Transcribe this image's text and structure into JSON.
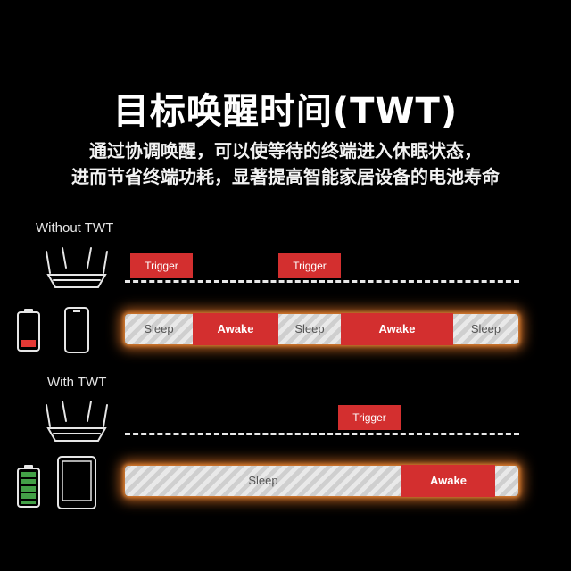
{
  "title": "目标唤醒时间(TWT)",
  "subtitle_lines": [
    "通过协调唤醒，可以使等待的终端进入休眠状态，",
    "进而节省终端功耗，显著提高智能家居设备的电池寿命"
  ],
  "without_twt": {
    "label": "Without TWT",
    "triggers": [
      "Trigger",
      "Trigger"
    ],
    "segments": [
      {
        "type": "sleep",
        "label": "Sleep"
      },
      {
        "type": "awake",
        "label": "Awake"
      },
      {
        "type": "sleep",
        "label": "Sleep"
      },
      {
        "type": "awake",
        "label": "Awake"
      },
      {
        "type": "sleep",
        "label": "Sleep"
      }
    ],
    "battery_level": "low"
  },
  "with_twt": {
    "label": "With TWT",
    "triggers": [
      "Trigger"
    ],
    "segments": [
      {
        "type": "sleep",
        "label": "Sleep"
      },
      {
        "type": "awake",
        "label": "Awake"
      }
    ],
    "battery_level": "full"
  },
  "colors": {
    "background": "#000000",
    "accent_red": "#d32f2f",
    "glow": "#e67828",
    "battery_low": "#e53935",
    "battery_full": "#43a047"
  },
  "icons": [
    "router-icon",
    "phone-icon",
    "tablet-icon",
    "battery-low-icon",
    "battery-full-icon"
  ]
}
